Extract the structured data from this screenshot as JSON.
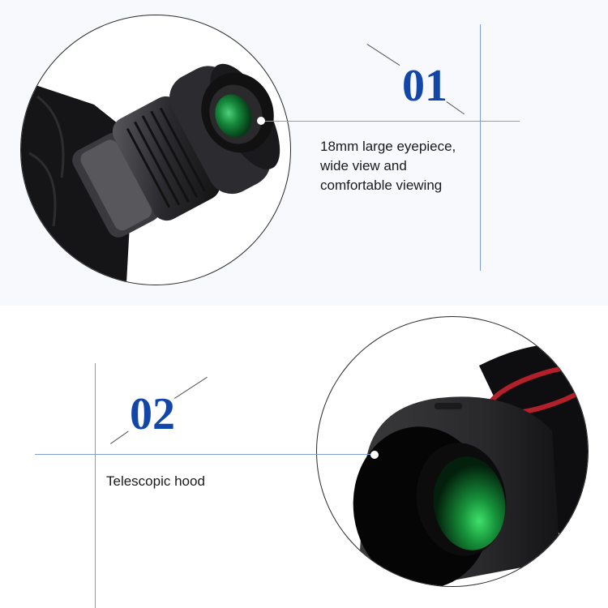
{
  "colors": {
    "accent_number": "#1246a8",
    "guide_line": "#7f9fd3",
    "top_band_bg": "#f7f9fd",
    "lens_green": "#1f8a3a",
    "hood_red_ring": "#b3202a"
  },
  "features": [
    {
      "number": "01",
      "description_lines": [
        "18mm large eyepiece,",
        "wide view and",
        "comfortable viewing"
      ],
      "image": "eyepiece-closeup"
    },
    {
      "number": "02",
      "description_lines": [
        "Telescopic hood"
      ],
      "image": "telescopic-hood-closeup"
    }
  ]
}
